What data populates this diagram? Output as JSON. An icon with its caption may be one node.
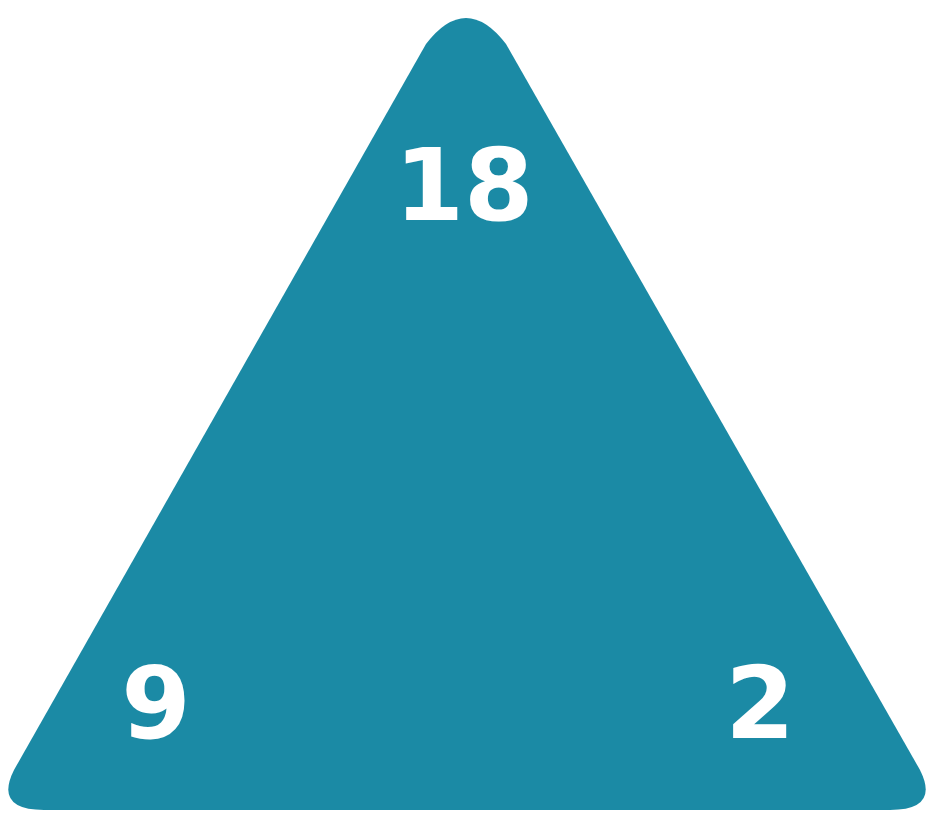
{
  "diagram": {
    "nodes": [
      {
        "text": [
          "18",
          "9",
          "2"
        ]
      }
    ]
  }
}
